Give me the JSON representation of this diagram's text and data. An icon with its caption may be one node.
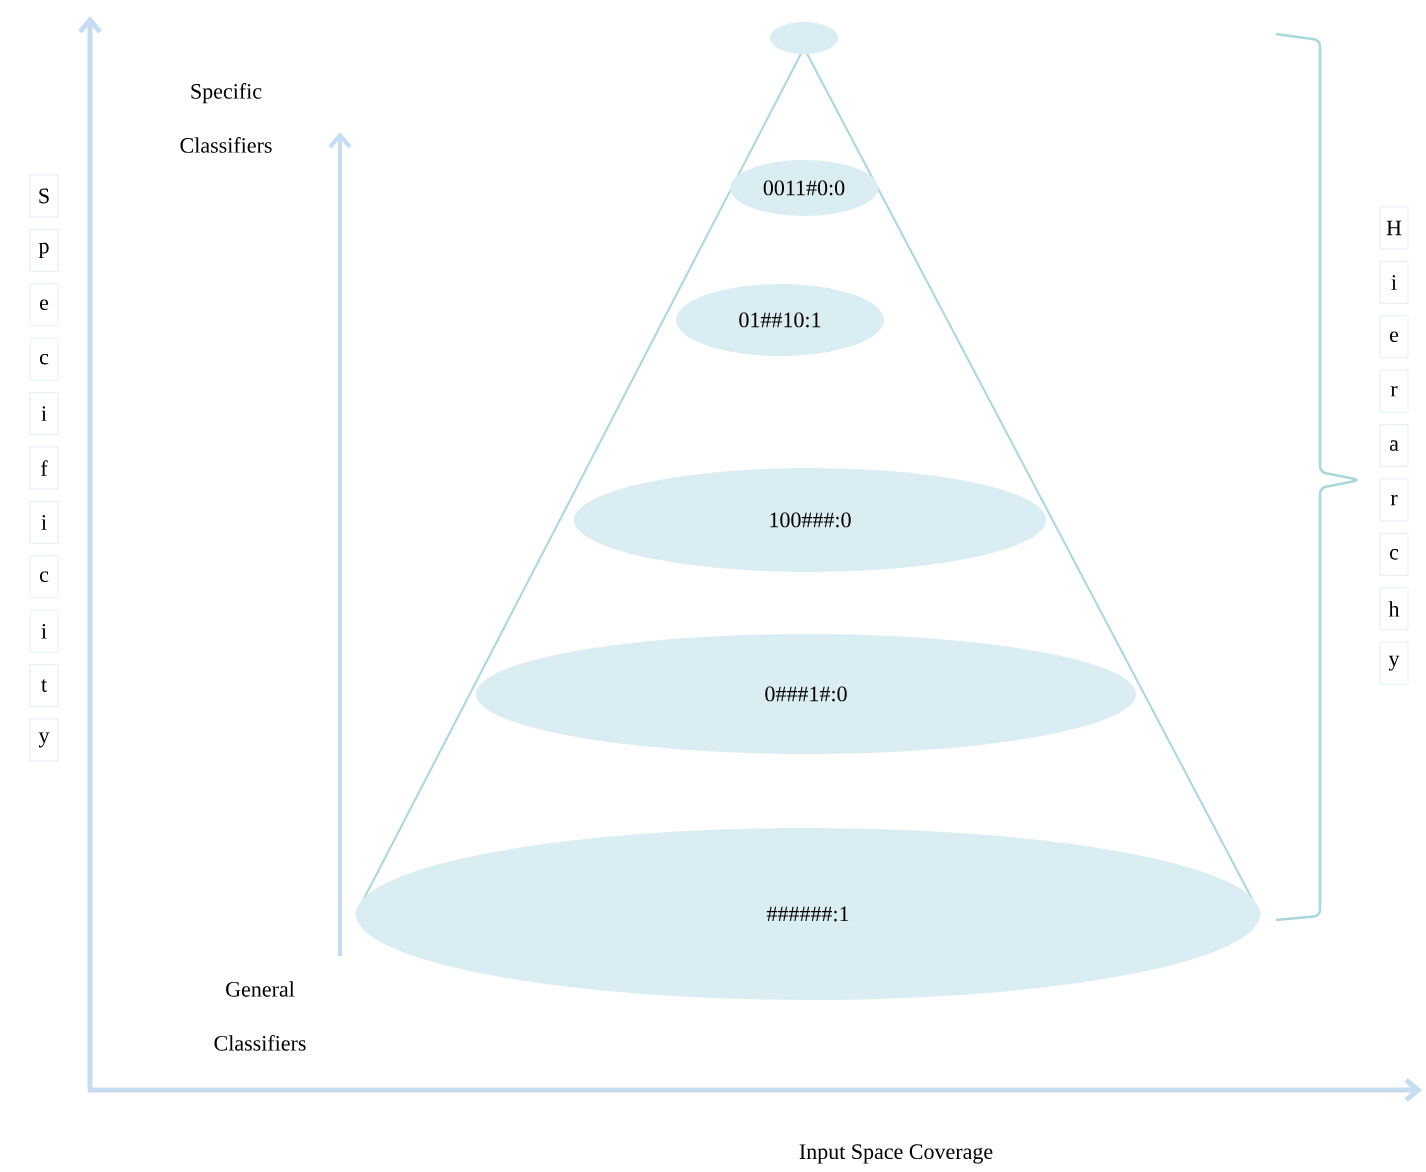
{
  "diagram": {
    "nodes": [
      {
        "text": [],
        "shape": "ellipse"
      },
      {
        "text": [
          "0011#0:0"
        ]
      },
      {
        "text": [
          "01##10:1"
        ]
      },
      {
        "text": [
          "100###:0"
        ]
      },
      {
        "text": [
          "0###1#:0"
        ]
      },
      {
        "text": [
          "######:1"
        ]
      }
    ],
    "labels": [
      "Specific Classifiers",
      "S",
      "p",
      "e",
      "c",
      "i",
      "f",
      "i",
      "c",
      "i",
      "t",
      "y",
      "H",
      "i",
      "e",
      "r",
      "a",
      "r",
      "c",
      "h",
      "y",
      "General Classifiers",
      "Input Space Coverage"
    ]
  }
}
